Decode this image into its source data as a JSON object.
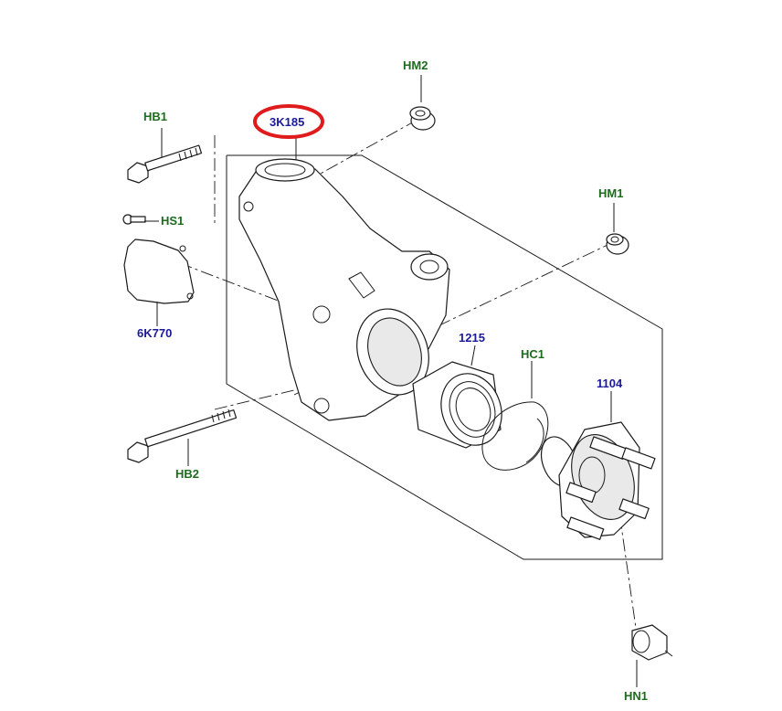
{
  "labels": {
    "hm2": "HM2",
    "hb1": "HB1",
    "k3185": "3K185",
    "hm1": "HM1",
    "hs1": "HS1",
    "k6770": "6K770",
    "p1215": "1215",
    "hc1": "HC1",
    "p1104": "1104",
    "hb2": "HB2",
    "hn1": "HN1"
  },
  "colors": {
    "green_label": "#1e6b1e",
    "blue_label": "#1a1a9a",
    "highlight": "#e01b1b",
    "line": "#1a1a1a"
  }
}
